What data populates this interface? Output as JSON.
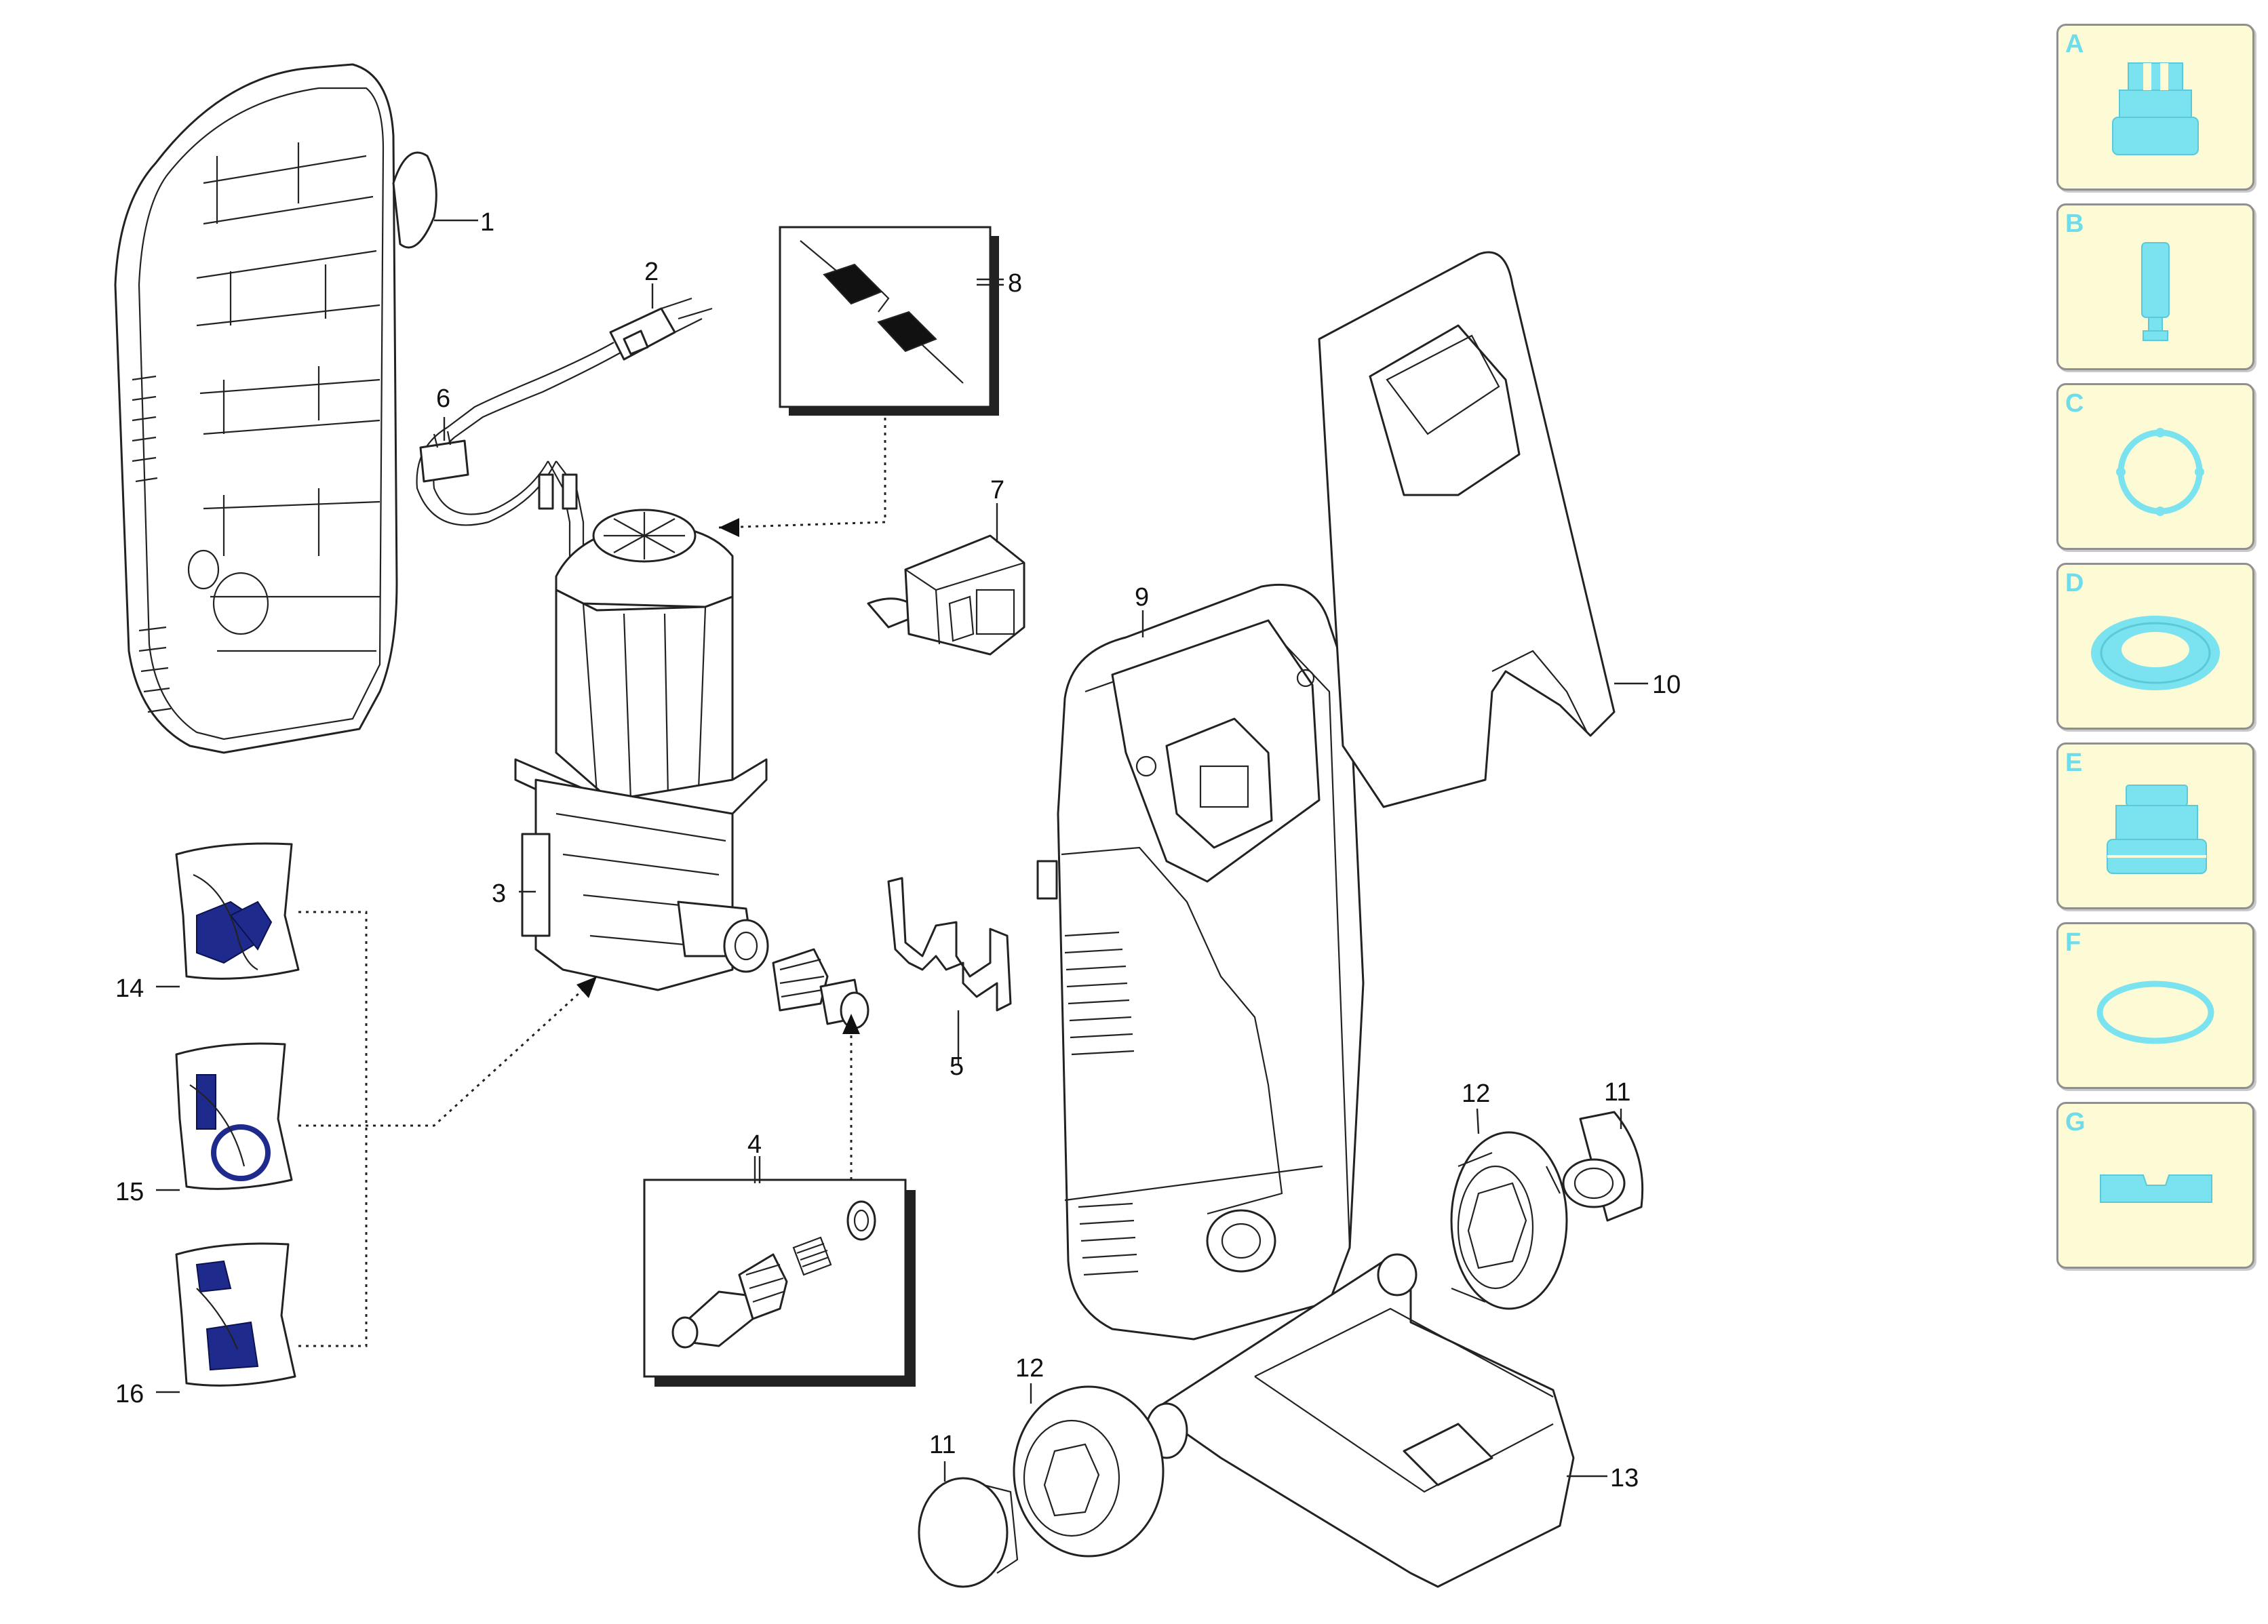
{
  "callouts": [
    "1",
    "2",
    "3",
    "4",
    "5",
    "6",
    "7",
    "8",
    "9",
    "10",
    "11",
    "11",
    "12",
    "12",
    "13",
    "14",
    "15",
    "16"
  ],
  "legend": {
    "items": [
      {
        "letter": "A",
        "icon": "nozzle-connector-icon"
      },
      {
        "letter": "B",
        "icon": "filter-insert-icon"
      },
      {
        "letter": "C",
        "icon": "flat-ring-icon"
      },
      {
        "letter": "D",
        "icon": "gasket-seal-icon"
      },
      {
        "letter": "E",
        "icon": "coupling-nut-icon"
      },
      {
        "letter": "F",
        "icon": "o-ring-icon"
      },
      {
        "letter": "G",
        "icon": "bracket-clip-icon"
      }
    ],
    "colors": {
      "background": "#fdfbd6",
      "icon": "#7ae3ef",
      "border": "#8f8f8f"
    }
  },
  "kit_color": "#1e2a8c"
}
